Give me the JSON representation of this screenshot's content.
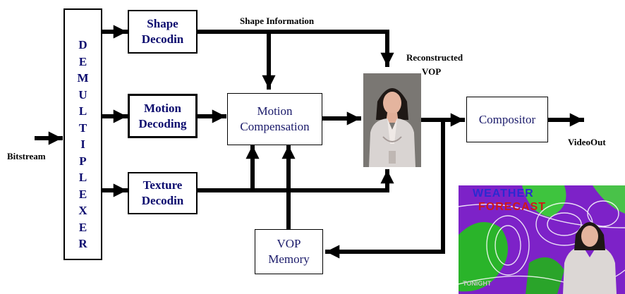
{
  "demultiplexer": {
    "letters": [
      "D",
      "E",
      "M",
      "U",
      "L",
      "T",
      "I",
      "P",
      "L",
      "E",
      "X",
      "E",
      "R"
    ]
  },
  "blocks": {
    "shape_decoding": [
      "Shape",
      "Decodin"
    ],
    "motion_decoding": [
      "Motion",
      "Decoding"
    ],
    "texture_decoding": [
      "Texture",
      "Decodin"
    ],
    "motion_compensation": [
      "Motion",
      "Compensation"
    ],
    "compositor": "Compositor",
    "vop_memory": [
      "VOP",
      "Memory"
    ]
  },
  "labels": {
    "bitstream": "Bitstream",
    "shape_information": "Shape Information",
    "reconstructed_vop": [
      "Reconstructed",
      "VOP"
    ],
    "video_out": "VideoOut"
  },
  "weather_image": {
    "line1": "WEATHER",
    "line2": "FORECAST",
    "caption": "TONIGHT"
  },
  "colors": {
    "box_text": "#0b0b6e",
    "weather_title": "#2a2ad0",
    "weather_sub": "#d01818",
    "weather_bg": "#7d22c8"
  }
}
